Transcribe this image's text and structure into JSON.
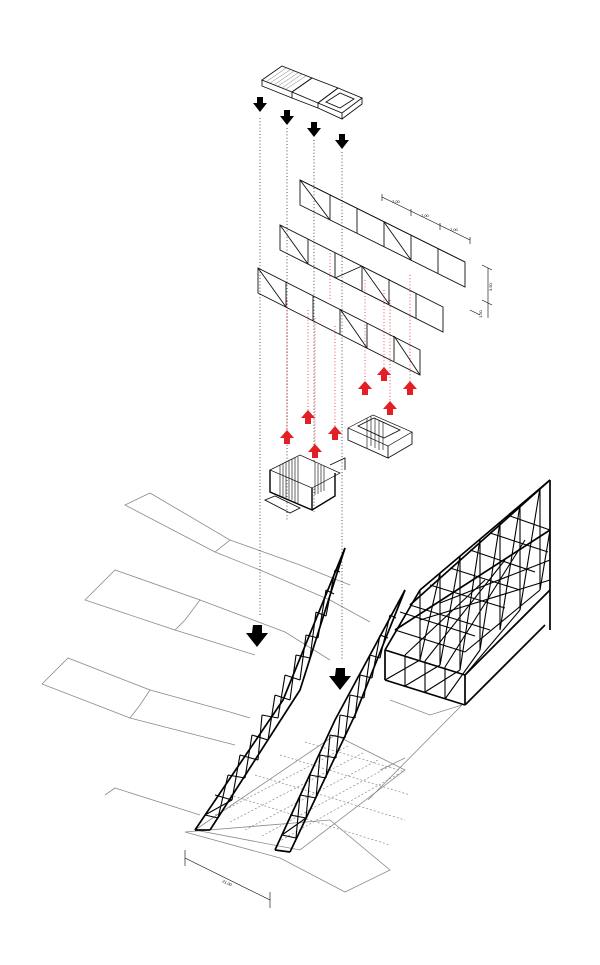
{
  "dimensions": {
    "top_segment_1": "7.00",
    "top_segment_2": "7.00",
    "top_segment_3": "7.00",
    "side_height": "3.50",
    "side_offset": "1.50",
    "base_width": "21.00"
  },
  "colors": {
    "green_panel": "#c9f2b0",
    "red_arrow": "#e31e24",
    "black_arrow": "#000000"
  }
}
